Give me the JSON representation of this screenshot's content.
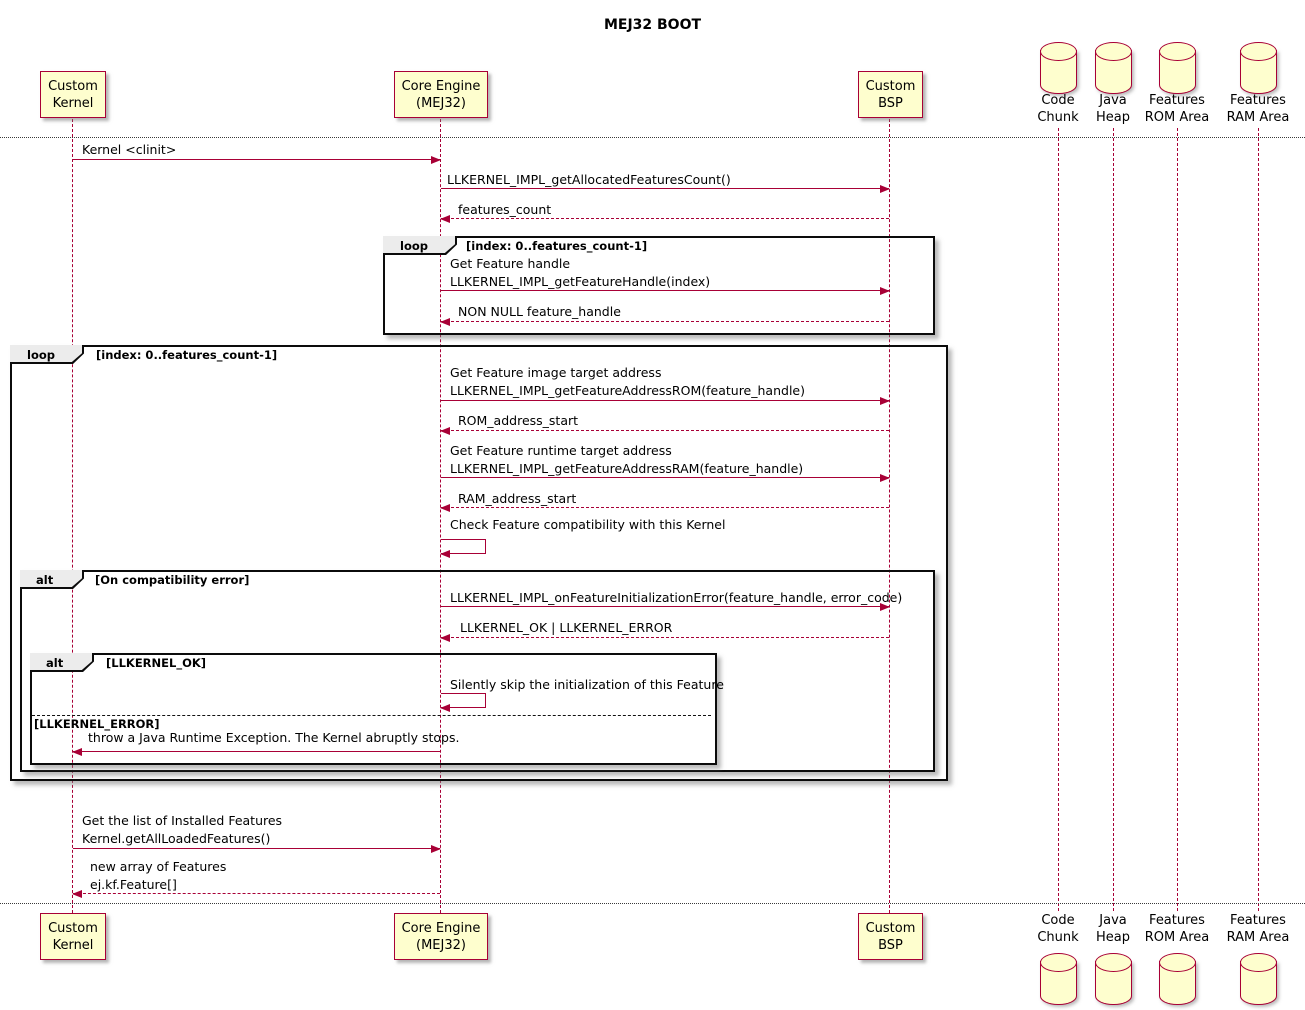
{
  "title": "MEJ32 BOOT",
  "participants": {
    "kernel": "Custom\nKernel",
    "core": "Core Engine\n(MEJ32)",
    "bsp": "Custom\nBSP",
    "code_chunk": "Code\nChunk",
    "java_heap": "Java\nHeap",
    "features_rom": "Features\nROM Area",
    "features_ram": "Features\nRAM Area"
  },
  "fragments": {
    "loop1": {
      "keyword": "loop",
      "guard": "[index: 0..features_count-1]"
    },
    "loop2": {
      "keyword": "loop",
      "guard": "[index: 0..features_count-1]"
    },
    "alt_error": {
      "keyword": "alt",
      "guard": "[On compatibility error]"
    },
    "alt_result": {
      "keyword": "alt",
      "guard": "[LLKERNEL_OK]",
      "else_guard": "[LLKERNEL_ERROR]"
    }
  },
  "messages": {
    "clinit": "Kernel <clinit>",
    "get_allocated_count": "LLKERNEL_IMPL_getAllocatedFeaturesCount()",
    "features_count": "features_count",
    "get_feature_handle": "Get Feature handle\nLLKERNEL_IMPL_getFeatureHandle(index)",
    "non_null_handle": "NON NULL feature_handle",
    "get_rom_address": "Get Feature image target address\nLLKERNEL_IMPL_getFeatureAddressROM(feature_handle)",
    "rom_address_start": "ROM_address_start",
    "get_ram_address": "Get Feature runtime target address\nLLKERNEL_IMPL_getFeatureAddressRAM(feature_handle)",
    "ram_address_start": "RAM_address_start",
    "check_compat": "Check Feature compatibility with this Kernel",
    "on_init_error": "LLKERNEL_IMPL_onFeatureInitializationError(feature_handle, error_code)",
    "ok_or_error": "LLKERNEL_OK | LLKERNEL_ERROR",
    "silently_skip": "Silently skip the initialization of this Feature",
    "throw_exception": "throw a Java Runtime Exception. The Kernel abruptly stops.",
    "get_loaded_features": "Get the list of Installed Features\nKernel.getAllLoadedFeatures()",
    "new_feature_array": "new array of Features\nej.kf.Feature[]"
  },
  "colors": {
    "line": "#A80036",
    "participant_fill": "#FEFECE",
    "frame_border": "#0b0b0b",
    "fragment_header_fill": "#ECECEC"
  }
}
